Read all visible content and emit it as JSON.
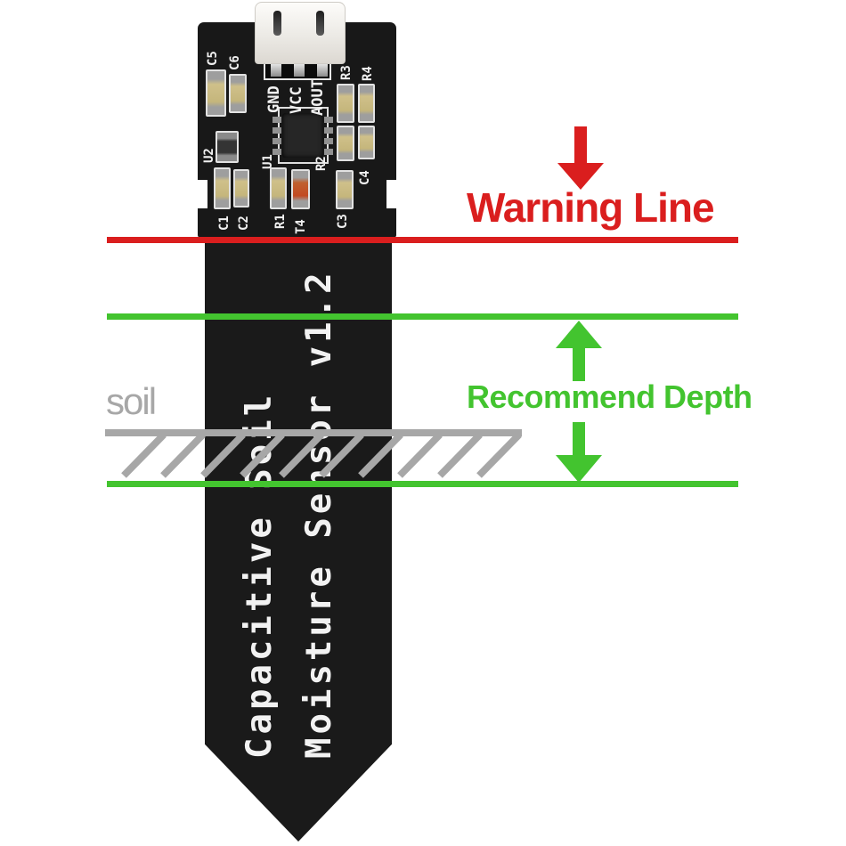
{
  "page": {
    "background": "#ffffff"
  },
  "pcb": {
    "board_color": "#181818",
    "silkscreen_color": "#f0f0f0",
    "title": {
      "line1": "Capacitive Soil",
      "line2": "Moisture Sensor v1.2"
    },
    "connector_pins": [
      {
        "label": "GND"
      },
      {
        "label": "VCC"
      },
      {
        "label": "AOUT"
      }
    ],
    "components": [
      {
        "ref": "C5"
      },
      {
        "ref": "C6"
      },
      {
        "ref": "R3"
      },
      {
        "ref": "R4"
      },
      {
        "ref": "U2"
      },
      {
        "ref": "U1"
      },
      {
        "ref": "R2"
      },
      {
        "ref": "C1"
      },
      {
        "ref": "C2"
      },
      {
        "ref": "R1"
      },
      {
        "ref": "T4"
      },
      {
        "ref": "C3"
      },
      {
        "ref": "C4"
      }
    ]
  },
  "annotations": {
    "warning_line": {
      "label": "Warning Line",
      "color": "#da1e1e"
    },
    "recommend_depth": {
      "label": "Recommend Depth",
      "color": "#43c42f"
    },
    "soil": {
      "label": "soil",
      "color": "#a7a7a7"
    }
  }
}
